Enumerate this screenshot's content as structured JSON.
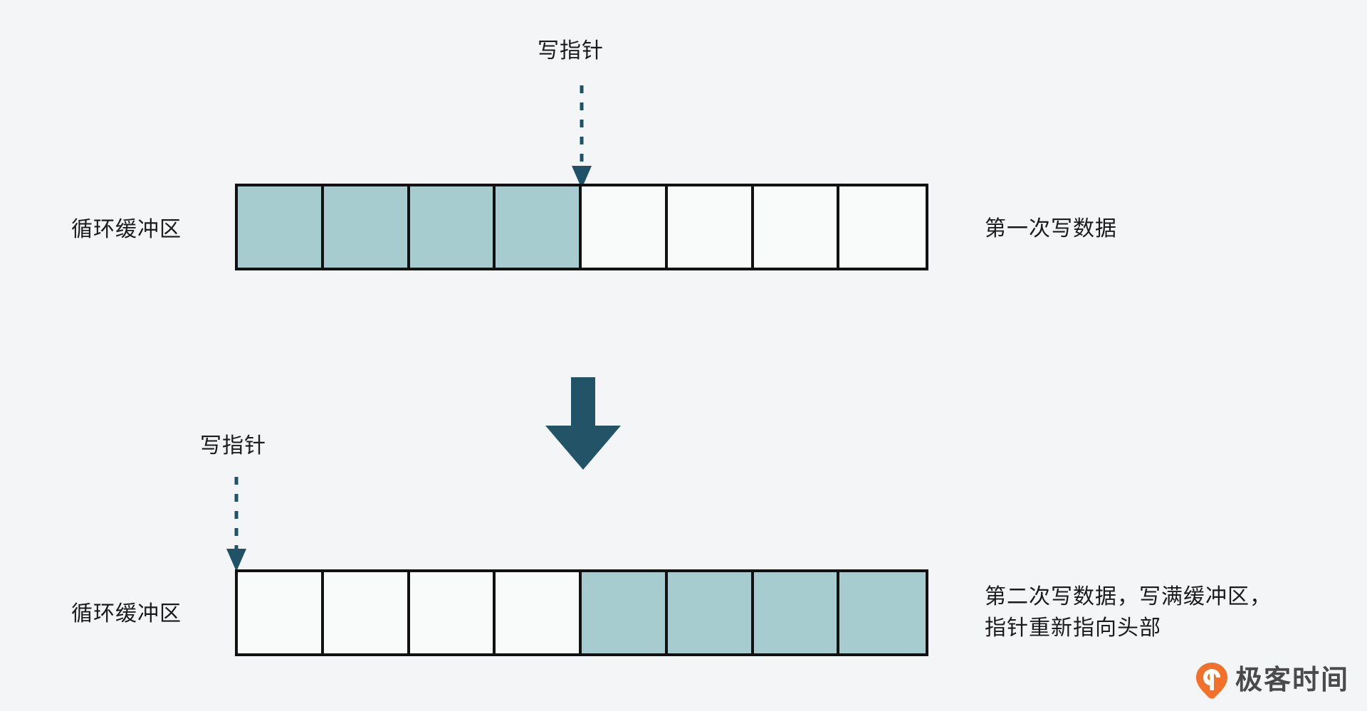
{
  "page": {
    "background_color": "#f4f5f7",
    "title": "循环缓冲区写指针示意图"
  },
  "colors": {
    "filled_cell": "#a7ccd0",
    "empty_cell": "#f8fbfa",
    "cell_border": "#111111",
    "pointer_arrow": "#1f5266",
    "transition_arrow": "#225366",
    "text": "#1b1b1b",
    "logo_orange": "#f2702a",
    "logo_text": "#4a4a4a"
  },
  "diagram": {
    "type": "circular-buffer-write-pointer",
    "cell_count": 8,
    "stages": [
      {
        "id": "stage-1",
        "pointer_label": "写指针",
        "buffer_label": "循环缓冲区",
        "caption": "第一次写数据",
        "pointer_index": 4,
        "cells": [
          "filled",
          "filled",
          "filled",
          "filled",
          "empty",
          "empty",
          "empty",
          "empty"
        ]
      },
      {
        "id": "stage-2",
        "pointer_label": "写指针",
        "buffer_label": "循环缓冲区",
        "caption": "第二次写数据，写满缓冲区，\n指针重新指向头部",
        "pointer_index": 0,
        "cells": [
          "empty",
          "empty",
          "empty",
          "empty",
          "filled",
          "filled",
          "filled",
          "filled"
        ]
      }
    ],
    "transition_arrow": {
      "icon": "down-arrow-icon",
      "direction": "down"
    }
  },
  "logo": {
    "icon": "geektime-pin-icon",
    "text": "极客时间"
  }
}
